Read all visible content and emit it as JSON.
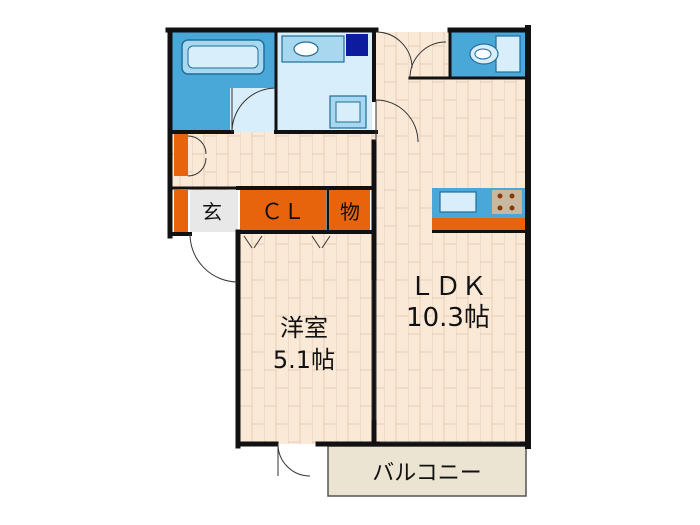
{
  "rooms": {
    "ldk": {
      "name": "ＬＤＫ",
      "size": "10.3帖"
    },
    "western": {
      "name": "洋室",
      "size": "5.1帖"
    },
    "entrance": {
      "name": "玄"
    },
    "closet": {
      "name": "ＣＬ"
    },
    "storage": {
      "name": "物"
    },
    "balcony": {
      "name": "バルコニー"
    }
  },
  "icons": [
    "bathtub-icon",
    "washbasin-icon",
    "washing-machine-icon",
    "toilet-icon",
    "kitchen-sink-icon",
    "stove-icon"
  ],
  "colors": {
    "wall": "#111111",
    "floor_wood": "#fbe9d8",
    "floor_plank_line": "#e6cdb5",
    "wet_area": "#4aa8d8",
    "wet_area_light": "#d8eefa",
    "storage_orange": "#e8640c",
    "balcony_fill": "#ece4d2",
    "entrance_fill": "#e8e8e8"
  }
}
